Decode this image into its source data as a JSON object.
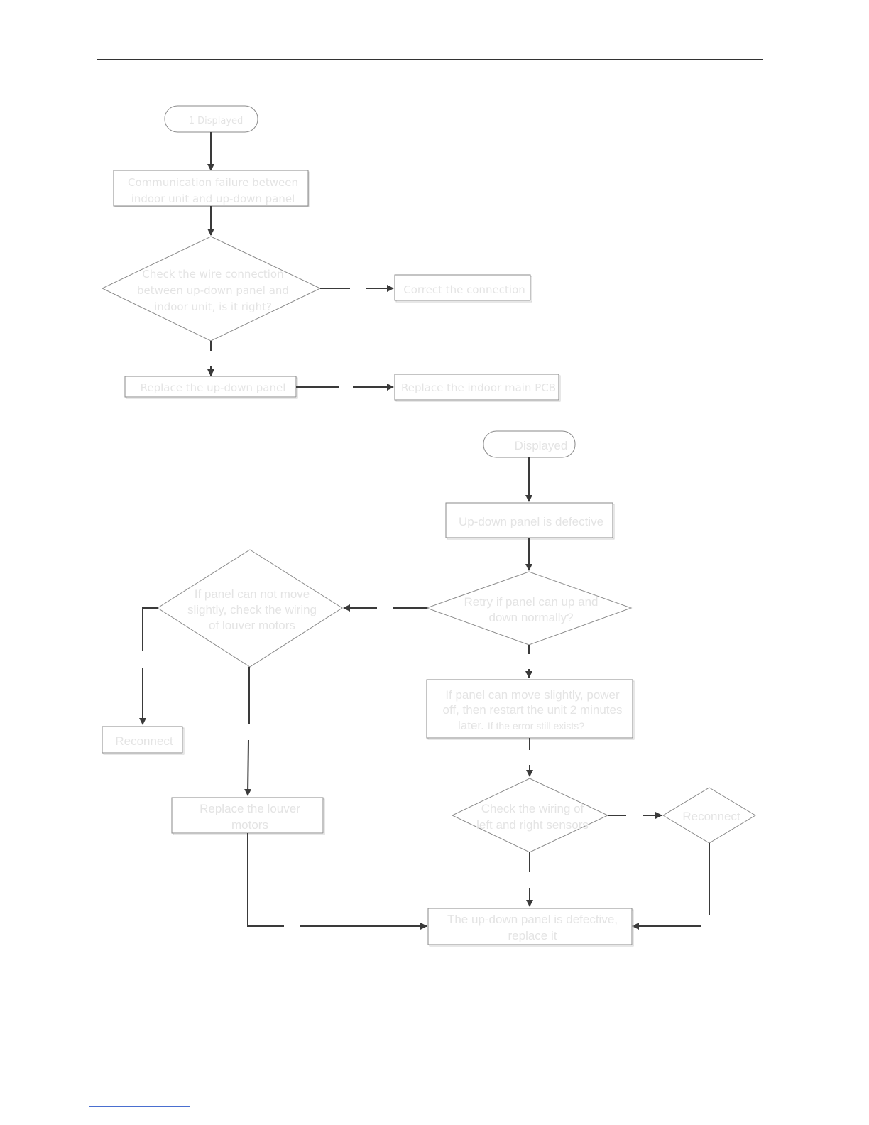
{
  "flowchart_1": {
    "start": "1 Displayed",
    "cause": [
      "Communication failure between",
      "indoor unit and up-down panel"
    ],
    "check": [
      "Check the wire connection",
      "between up-down panel and",
      "indoor unit, is it right?"
    ],
    "fix": "Correct the connection",
    "replace_panel": "Replace the up-down panel",
    "replace_pcb": "Replace the indoor main PCB"
  },
  "flowchart_2": {
    "start": "Displayed",
    "cause": "Up-down panel is defective",
    "retry": [
      "Retry if panel can up and",
      "down normally?"
    ],
    "cannot_move": [
      "If panel can not move",
      "slightly, check the wiring",
      "of louver motors"
    ],
    "reconnect_left": "Reconnect",
    "replace_louver": [
      "Replace the louver",
      "motors"
    ],
    "can_move": [
      "If panel can move slightly, power",
      "off, then restart the unit 2 minutes",
      "later."
    ],
    "can_move_suffix": "If the error still exists?",
    "check_sensors": [
      "Check the wiring of",
      "left and right sensors"
    ],
    "reconnect_right": "Reconnect",
    "defective": [
      "The up-down panel is defective,",
      "replace it"
    ]
  }
}
